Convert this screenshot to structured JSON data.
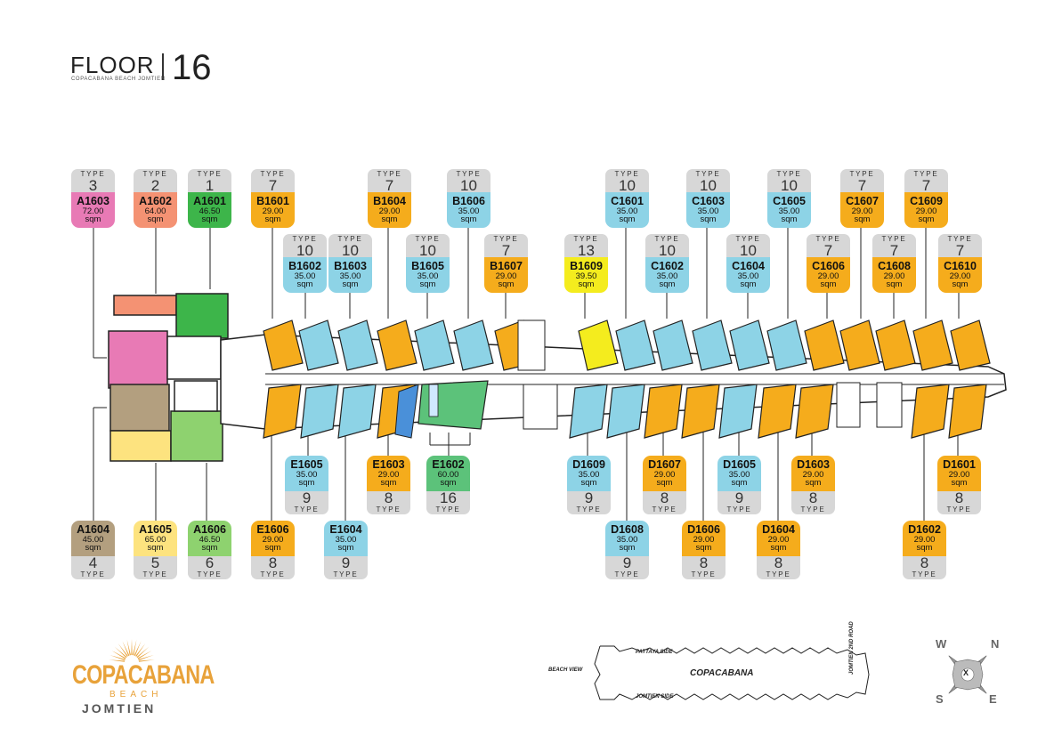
{
  "header": {
    "floor_label": "FLOOR",
    "floor_number": "16",
    "subtitle": "COPACABANA BEACH JOMTIEN"
  },
  "type_label": "TYPE",
  "units_top": [
    {
      "unit": "A1603",
      "type": "3",
      "area": "72.00",
      "unit_sqm": "sqm",
      "color": "#e87ab5"
    },
    {
      "unit": "A1602",
      "type": "2",
      "area": "64.00",
      "unit_sqm": "sqm",
      "color": "#f49273"
    },
    {
      "unit": "A1601",
      "type": "1",
      "area": "46.50",
      "unit_sqm": "sqm",
      "color": "#3db54a"
    },
    {
      "unit": "B1601",
      "type": "7",
      "area": "29.00",
      "unit_sqm": "sqm",
      "color": "#f5ac1c"
    },
    {
      "unit": "B1602",
      "type": "10",
      "area": "35.00",
      "unit_sqm": "sqm",
      "color": "#8dd3e6"
    },
    {
      "unit": "B1603",
      "type": "10",
      "area": "35.00",
      "unit_sqm": "sqm",
      "color": "#8dd3e6"
    },
    {
      "unit": "B1604",
      "type": "7",
      "area": "29.00",
      "unit_sqm": "sqm",
      "color": "#f5ac1c"
    },
    {
      "unit": "B1605",
      "type": "10",
      "area": "35.00",
      "unit_sqm": "sqm",
      "color": "#8dd3e6"
    },
    {
      "unit": "B1606",
      "type": "10",
      "area": "35.00",
      "unit_sqm": "sqm",
      "color": "#8dd3e6"
    },
    {
      "unit": "B1607",
      "type": "7",
      "area": "29.00",
      "unit_sqm": "sqm",
      "color": "#f5ac1c"
    },
    {
      "unit": "B1609",
      "type": "13",
      "area": "39.50",
      "unit_sqm": "sqm",
      "color": "#f4ec1e"
    },
    {
      "unit": "C1601",
      "type": "10",
      "area": "35.00",
      "unit_sqm": "sqm",
      "color": "#8dd3e6"
    },
    {
      "unit": "C1602",
      "type": "10",
      "area": "35.00",
      "unit_sqm": "sqm",
      "color": "#8dd3e6"
    },
    {
      "unit": "C1603",
      "type": "10",
      "area": "35.00",
      "unit_sqm": "sqm",
      "color": "#8dd3e6"
    },
    {
      "unit": "C1604",
      "type": "10",
      "area": "35.00",
      "unit_sqm": "sqm",
      "color": "#8dd3e6"
    },
    {
      "unit": "C1605",
      "type": "10",
      "area": "35.00",
      "unit_sqm": "sqm",
      "color": "#8dd3e6"
    },
    {
      "unit": "C1606",
      "type": "7",
      "area": "29.00",
      "unit_sqm": "sqm",
      "color": "#f5ac1c"
    },
    {
      "unit": "C1607",
      "type": "7",
      "area": "29.00",
      "unit_sqm": "sqm",
      "color": "#f5ac1c"
    },
    {
      "unit": "C1608",
      "type": "7",
      "area": "29.00",
      "unit_sqm": "sqm",
      "color": "#f5ac1c"
    },
    {
      "unit": "C1609",
      "type": "7",
      "area": "29.00",
      "unit_sqm": "sqm",
      "color": "#f5ac1c"
    },
    {
      "unit": "C1610",
      "type": "7",
      "area": "29.00",
      "unit_sqm": "sqm",
      "color": "#f5ac1c"
    }
  ],
  "units_bottom": [
    {
      "unit": "E1605",
      "type": "9",
      "area": "35.00",
      "unit_sqm": "sqm",
      "color": "#8dd3e6"
    },
    {
      "unit": "E1603",
      "type": "8",
      "area": "29.00",
      "unit_sqm": "sqm",
      "color": "#f5ac1c"
    },
    {
      "unit": "E1602",
      "type": "16",
      "area": "60.00",
      "unit_sqm": "sqm",
      "color": "#5cc27a"
    },
    {
      "unit": "D1609",
      "type": "9",
      "area": "35.00",
      "unit_sqm": "sqm",
      "color": "#8dd3e6"
    },
    {
      "unit": "D1607",
      "type": "8",
      "area": "29.00",
      "unit_sqm": "sqm",
      "color": "#f5ac1c"
    },
    {
      "unit": "D1605",
      "type": "9",
      "area": "35.00",
      "unit_sqm": "sqm",
      "color": "#8dd3e6"
    },
    {
      "unit": "D1603",
      "type": "8",
      "area": "29.00",
      "unit_sqm": "sqm",
      "color": "#f5ac1c"
    },
    {
      "unit": "D1601",
      "type": "8",
      "area": "29.00",
      "unit_sqm": "sqm",
      "color": "#f5ac1c"
    },
    {
      "unit": "A1604",
      "type": "4",
      "area": "45.00",
      "unit_sqm": "sqm",
      "color": "#b39f7f"
    },
    {
      "unit": "A1605",
      "type": "5",
      "area": "65.00",
      "unit_sqm": "sqm",
      "color": "#fde37f"
    },
    {
      "unit": "A1606",
      "type": "6",
      "area": "46.50",
      "unit_sqm": "sqm",
      "color": "#8ed26f"
    },
    {
      "unit": "E1606",
      "type": "8",
      "area": "29.00",
      "unit_sqm": "sqm",
      "color": "#f5ac1c"
    },
    {
      "unit": "E1604",
      "type": "9",
      "area": "35.00",
      "unit_sqm": "sqm",
      "color": "#8dd3e6"
    },
    {
      "unit": "D1608",
      "type": "9",
      "area": "35.00",
      "unit_sqm": "sqm",
      "color": "#8dd3e6"
    },
    {
      "unit": "D1606",
      "type": "8",
      "area": "29.00",
      "unit_sqm": "sqm",
      "color": "#f5ac1c"
    },
    {
      "unit": "D1604",
      "type": "8",
      "area": "29.00",
      "unit_sqm": "sqm",
      "color": "#f5ac1c"
    },
    {
      "unit": "D1602",
      "type": "8",
      "area": "29.00",
      "unit_sqm": "sqm",
      "color": "#f5ac1c"
    }
  ],
  "logo": {
    "line1": "COPACABANA",
    "line2": "BEACH",
    "line3": "JOMTIEN",
    "brand_color": "#e8a23a"
  },
  "key_plan": {
    "beach_view": "BEACH VIEW",
    "pattaya_side": "PATTAYA SIDE",
    "jomtien_side": "JOMTIEN SIDE",
    "name": "COPACABANA",
    "road": "JOMTIEN 2ND ROAD"
  },
  "compass": {
    "w": "W",
    "n": "N",
    "s": "S",
    "e": "E",
    "x": "X"
  }
}
